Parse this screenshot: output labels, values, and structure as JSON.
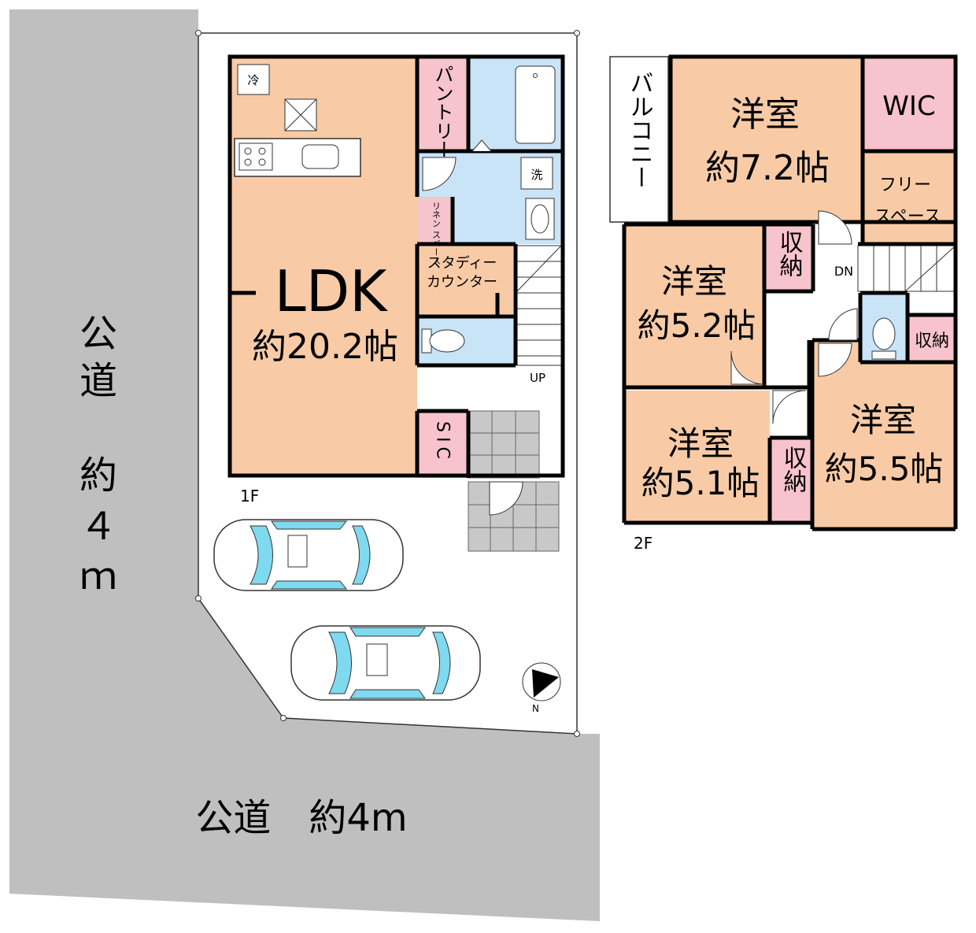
{
  "roads": {
    "west_label": "公道　約４ｍ",
    "south_label": "公道　約4m"
  },
  "floor1": {
    "label": "1F",
    "ldk": "LDK",
    "ldk_size": "約20.2帖",
    "pantry": "パントリー",
    "fridge": "冷",
    "washer": "洗",
    "linen": "リネン スペース",
    "study_line1": "スタディー",
    "study_line2": "カウンター",
    "up": "UP",
    "sic": "SIC"
  },
  "floor2": {
    "label": "2F",
    "balcony": "バルコニー",
    "wic": "WIC",
    "free_line1": "フリー",
    "free_line2": "スペース",
    "dn": "DN",
    "room_a": "洋室",
    "room_a_size": "約7.2帖",
    "room_b": "洋室",
    "room_b_size": "約5.2帖",
    "room_c": "洋室",
    "room_c_size": "約5.1帖",
    "room_d": "洋室",
    "room_d_size": "約5.5帖",
    "storage": "収納"
  },
  "compass": {
    "letter": "N"
  },
  "colors": {
    "road": "#bfbfbf",
    "room": "#f8cba6",
    "wet": "#c9e3f7",
    "pink": "#f7c3cc",
    "wall": "#000000",
    "car_glass": "#7fd9ef"
  }
}
